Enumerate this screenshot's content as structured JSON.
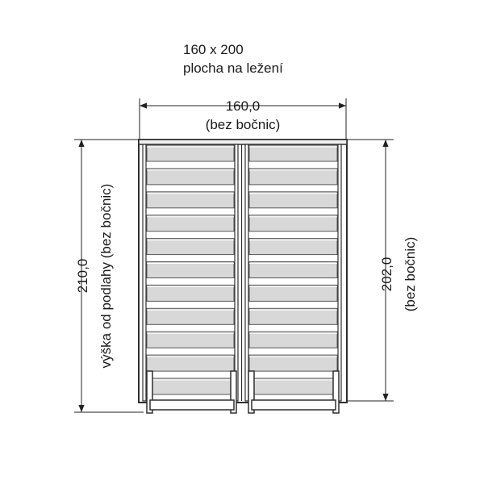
{
  "title": {
    "line1": "160 x 200",
    "line2": "plocha na ležení"
  },
  "dimensions": {
    "width": {
      "value": "160,0",
      "note": "(bez bočnic)"
    },
    "total_height": {
      "value": "210,0",
      "note": "výška od podlahy (bez bočnic)"
    },
    "frame_height": {
      "value": "202,0",
      "note": "(bez bočnic)"
    }
  },
  "slats_per_column": 11,
  "columns": 2,
  "colors": {
    "frame": "#2f2f2f",
    "slat_fill": "#d8d8d8",
    "slat_stroke": "#555555",
    "line": "#222222",
    "background": "#ffffff"
  }
}
